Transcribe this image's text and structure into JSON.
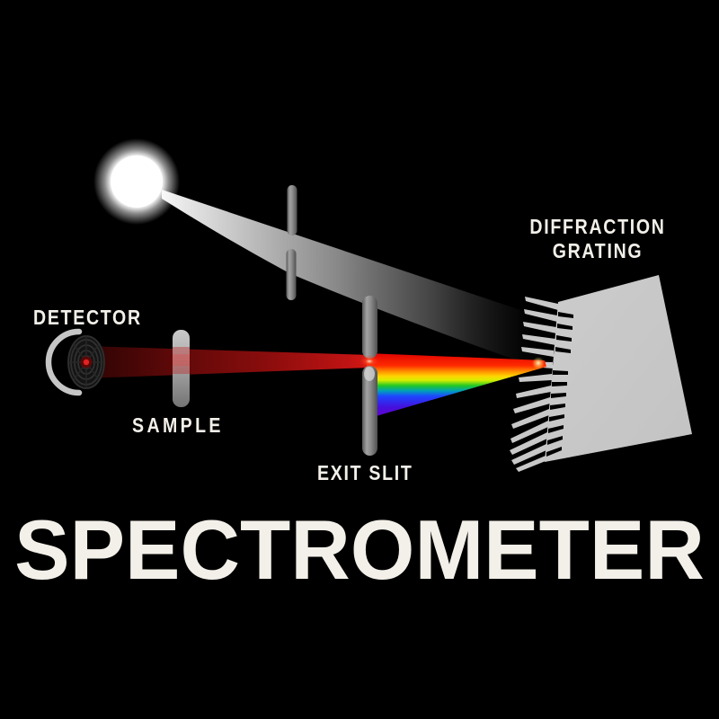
{
  "title": "SPECTROMETER",
  "labels": {
    "detector": "DETECTOR",
    "sample": "SAMPLE",
    "exit_slit": "EXIT SLIT",
    "grating_line1": "DIFFRACTION",
    "grating_line2": "GRATING"
  },
  "colors": {
    "background": "#000000",
    "label_text": "#f3f0e9",
    "grating_gray": "#c8c8c8",
    "slit_bar_gray": "#8c8c8c",
    "beam_red": "#c01313",
    "spectrum": [
      "#dd0000",
      "#ff8800",
      "#ffee00",
      "#22c822",
      "#1e46ff",
      "#6a00c8"
    ]
  }
}
